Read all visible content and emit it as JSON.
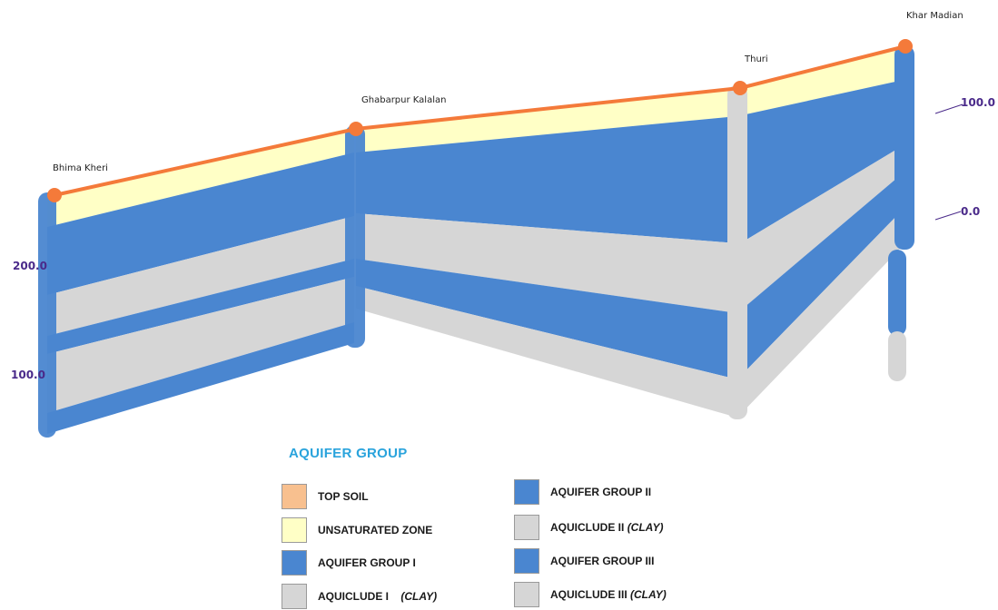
{
  "sites": [
    {
      "id": "s1",
      "name": "Bhima Kheri"
    },
    {
      "id": "s2",
      "name": "Ghabarpur Kalalan"
    },
    {
      "id": "s3",
      "name": "Thuri"
    },
    {
      "id": "s4",
      "name": "Khar Madian"
    }
  ],
  "elevation_labels": [
    {
      "id": "e1",
      "text": "100.0"
    },
    {
      "id": "e2",
      "text": "0.0"
    },
    {
      "id": "e3",
      "text": "200.0"
    },
    {
      "id": "e4",
      "text": "100.0"
    }
  ],
  "legend": {
    "title": "AQUIFER GROUP",
    "items": [
      {
        "label": "TOP SOIL",
        "note": "",
        "color": "#f8c08f"
      },
      {
        "label": "UNSATURATED ZONE",
        "note": "",
        "color": "#ffffc6"
      },
      {
        "label": "AQUIFER GROUP I",
        "note": "",
        "color": "#4a86d0"
      },
      {
        "label": "AQUICLUDE I",
        "note": "(CLAY)",
        "color": "#d6d6d6"
      },
      {
        "label": "AQUIFER GROUP II",
        "note": "",
        "color": "#4a86d0"
      },
      {
        "label": "AQUICLUDE II",
        "note": "(CLAY)",
        "color": "#d6d6d6"
      },
      {
        "label": "AQUIFER GROUP III",
        "note": "",
        "color": "#4a86d0"
      },
      {
        "label": "AQUICLUDE III",
        "note": "(CLAY)",
        "color": "#d6d6d6"
      }
    ]
  },
  "colors": {
    "top_soil_line": "#f47a3a",
    "unsaturated": "#ffffc6",
    "aquifer": "#4a86d0",
    "aquiclude": "#d6d6d6",
    "title": "#29a3dc"
  }
}
